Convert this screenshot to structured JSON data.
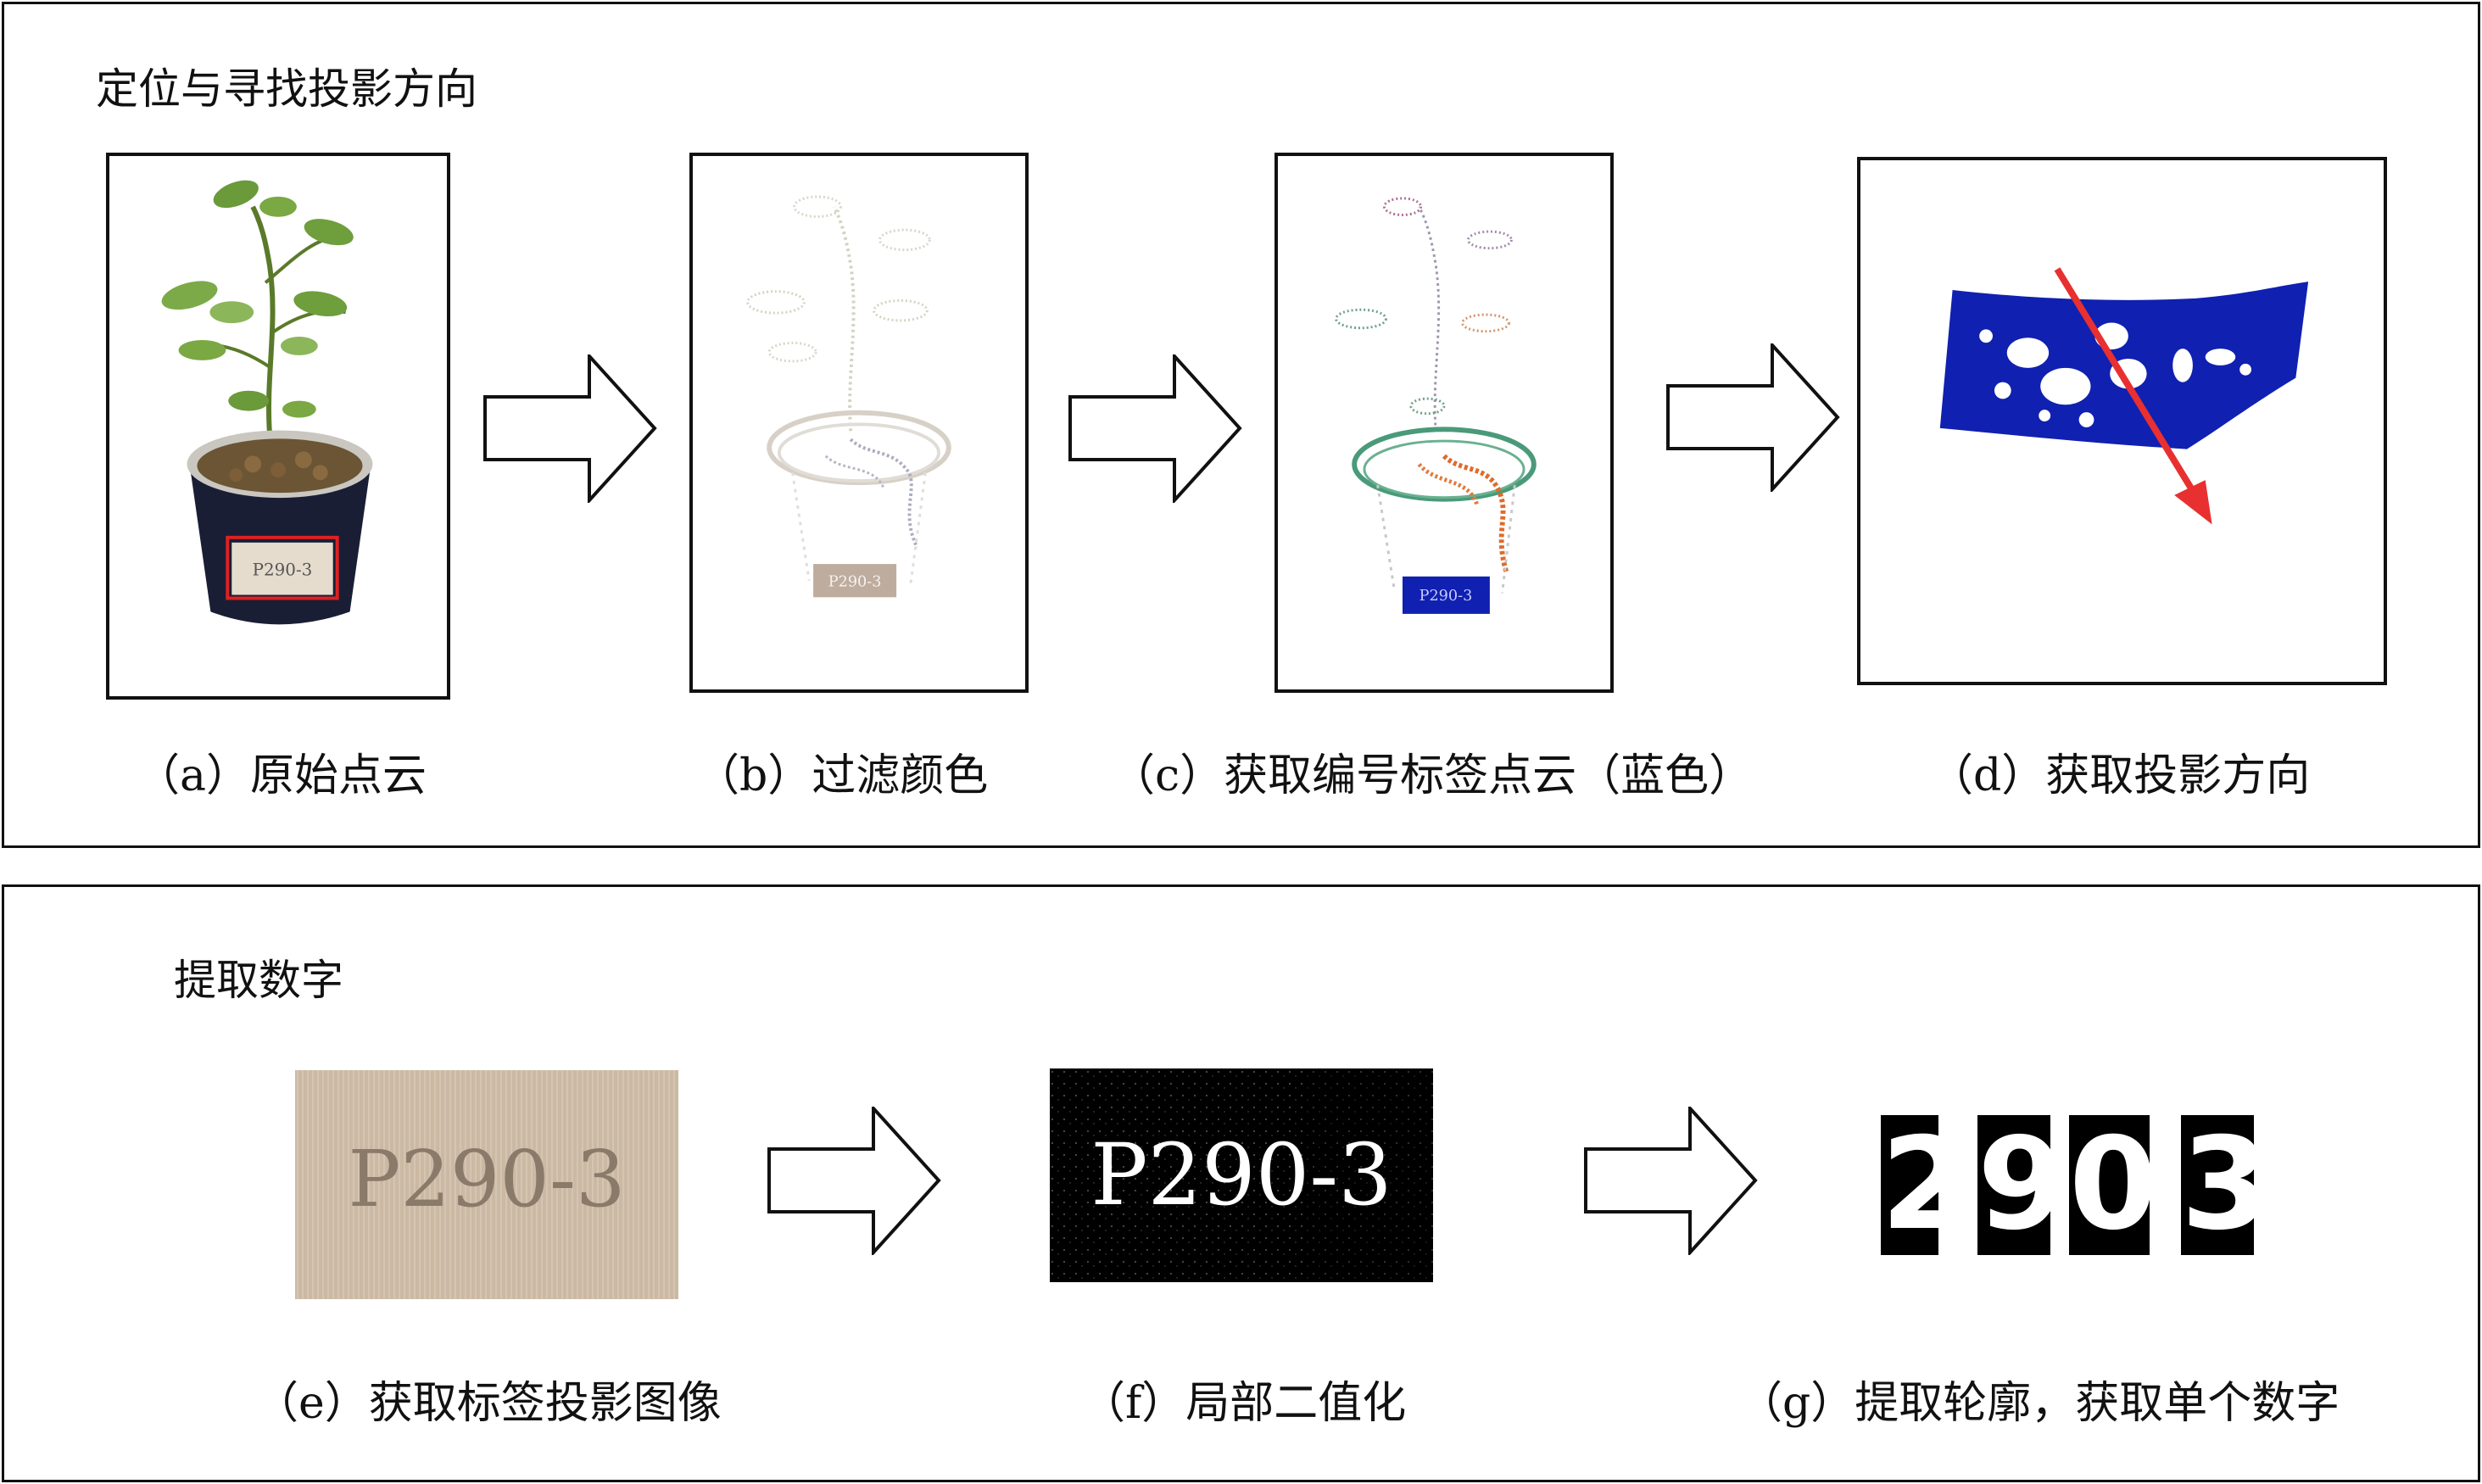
{
  "top_panel": {
    "title": "定位与寻找投影方向",
    "captions": {
      "a": "（a）原始点云",
      "b": "（b）过滤颜色",
      "c": "（c）获取编号标签点云（蓝色）",
      "d": "（d）获取投影方向"
    },
    "label_text": "P290-3"
  },
  "bottom_panel": {
    "title": "提取数字",
    "captions": {
      "e": "（e）获取标签投影图像",
      "f": "（f）局部二值化",
      "g": "（g）提取轮廓，获取单个数字"
    },
    "label_text": "P290-3",
    "digits": [
      "2",
      "9",
      "0",
      "3"
    ]
  },
  "colors": {
    "border": "#111111",
    "highlight_box": "#e02020",
    "label_cloud_blue": "#1020b0",
    "projection_arrow": "#e83030",
    "label_beige": "#cbb9a4"
  }
}
